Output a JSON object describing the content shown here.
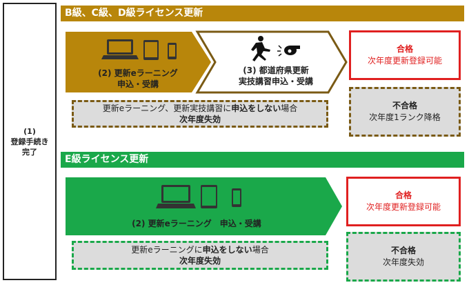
{
  "step1": {
    "line1": "(1)",
    "line2": "登録手続き",
    "line3": "完了"
  },
  "section_bcd": {
    "title": "B級、C級、D級ライセンス更新",
    "step2": {
      "line1": "(2) 更新eラーニング",
      "line2": "申込・受講"
    },
    "step3": {
      "line1": "(3) 都道府県更新",
      "line2": "実技講習申込・受講"
    },
    "note": {
      "line1_pre": "更新eラーニング、更新実技講習に",
      "line1_bold": "申込をしない",
      "line1_post": "場合",
      "line2": "次年度失効"
    },
    "pass": {
      "title": "合格",
      "text": "次年度更新登録可能"
    },
    "fail": {
      "title": "不合格",
      "text": "次年度1ランク降格"
    }
  },
  "section_e": {
    "title": "E級ライセンス更新",
    "step2": {
      "line1": "(2) 更新eラーニング　申込・受講"
    },
    "note": {
      "line1_pre": "更新eラーニングに",
      "line1_bold": "申込をしない",
      "line1_post": "場合",
      "line2": "次年度失効"
    },
    "pass": {
      "title": "合格",
      "text": "次年度更新登録可能"
    },
    "fail": {
      "title": "不合格",
      "text": "次年度失効"
    }
  },
  "colors": {
    "gold": "#B8860B",
    "dark_gold": "#7a5a14",
    "green": "#1AA84A",
    "red": "#E02020"
  }
}
